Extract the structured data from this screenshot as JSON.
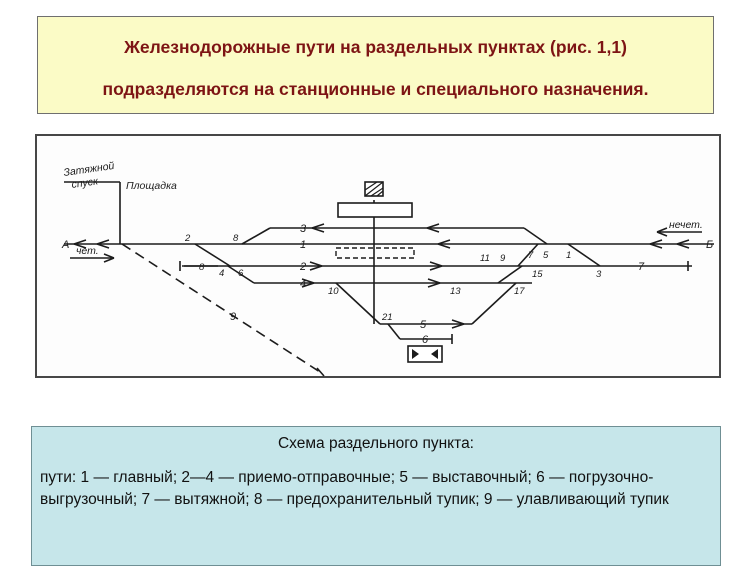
{
  "title": {
    "line1": "Железнодорожные пути на раздельных пунктах (рис. 1,1)",
    "line2": "подразделяются на станционные и специального назначения."
  },
  "diagram": {
    "labels": {
      "spur": "Затяжной спуск",
      "spur_line1": "Затяжной",
      "spur_line2": "спуск",
      "platform": "Площадка",
      "end_a": "А",
      "end_b": "Б",
      "even": "чет.",
      "odd": "нечет."
    },
    "track_numbers": [
      "1",
      "2",
      "3",
      "4",
      "5",
      "6",
      "7",
      "9"
    ],
    "switch_numbers": [
      "1",
      "2",
      "3",
      "4",
      "5",
      "6",
      "7",
      "8",
      "8",
      "9",
      "10",
      "11",
      "13",
      "15",
      "17",
      "21"
    ]
  },
  "caption": {
    "heading": "Схема раздельного пункта:",
    "body": "пути: 1 — главный; 2—4 — приемо-отправочные; 5 — выставочный; 6 — погрузочно-выгрузочный; 7 — вытяжной; 8 — предохранительный тупик; 9 — улавливающий тупик"
  }
}
